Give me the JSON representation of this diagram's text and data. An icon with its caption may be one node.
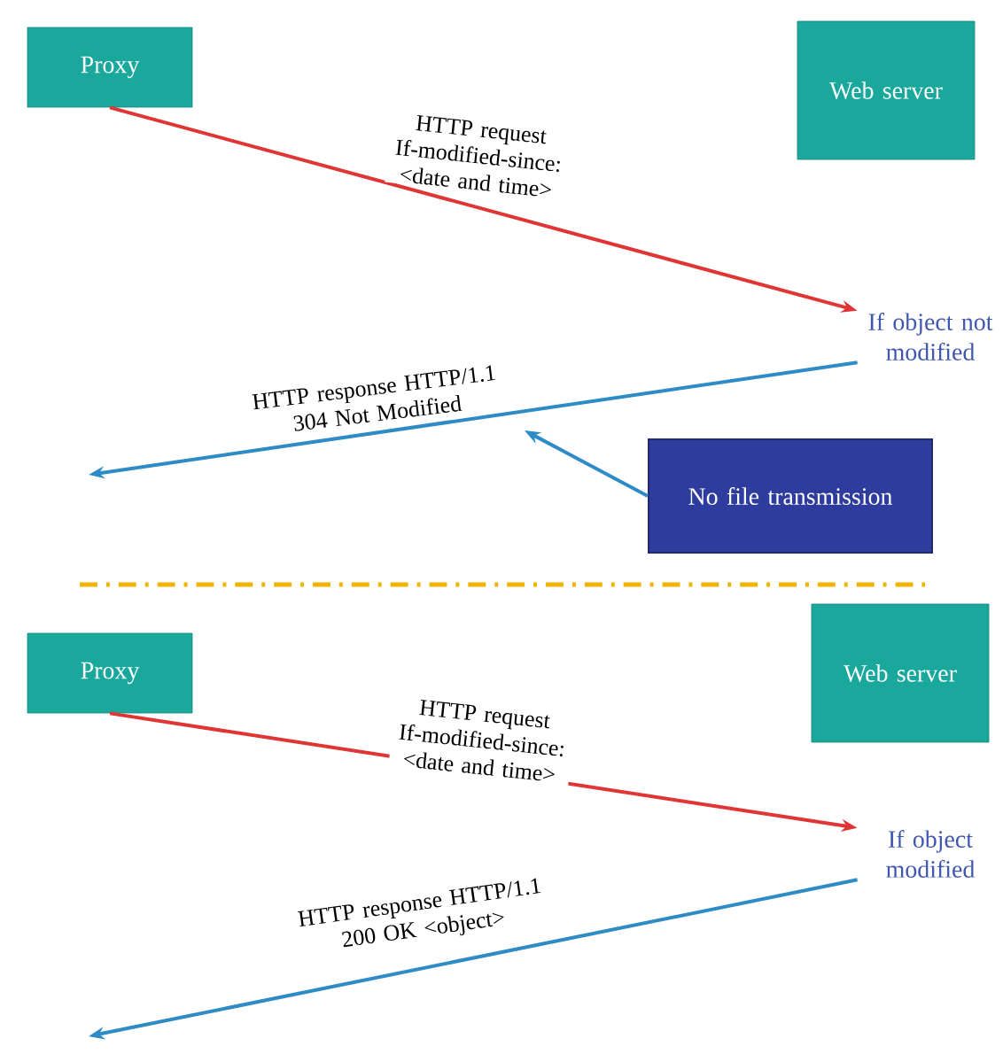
{
  "diagram": {
    "nodes": [
      {
        "text": [
          "Proxy"
        ]
      },
      {
        "text": [
          "Web server"
        ]
      },
      {
        "text": [
          "If object not modified"
        ]
      },
      {
        "text": [
          "No file transmission"
        ]
      },
      {
        "text": [
          "Proxy"
        ]
      },
      {
        "text": [
          "Web server"
        ]
      },
      {
        "text": [
          "If object modified"
        ]
      }
    ],
    "edges": [
      {
        "from": 0,
        "to": 2,
        "arrow": "to",
        "label": "HTTP request If-modified-since: <date and time>",
        "color": "#e03535"
      },
      {
        "from": 2,
        "to": null,
        "arrow": "to",
        "label": "HTTP response HTTP/1.1 304 Not Modified",
        "color": "#2f8bc6"
      },
      {
        "from": 3,
        "to": null,
        "arrow": "to",
        "color": "#2f8bc6"
      },
      {
        "from": 4,
        "to": 6,
        "arrow": "to",
        "label": "HTTP request If-modified-since: <date and time>",
        "color": "#e03535"
      },
      {
        "from": 6,
        "to": null,
        "arrow": "to",
        "label": "HTTP response HTTP/1.1 200 OK <object>",
        "color": "#2f8bc6"
      }
    ]
  }
}
